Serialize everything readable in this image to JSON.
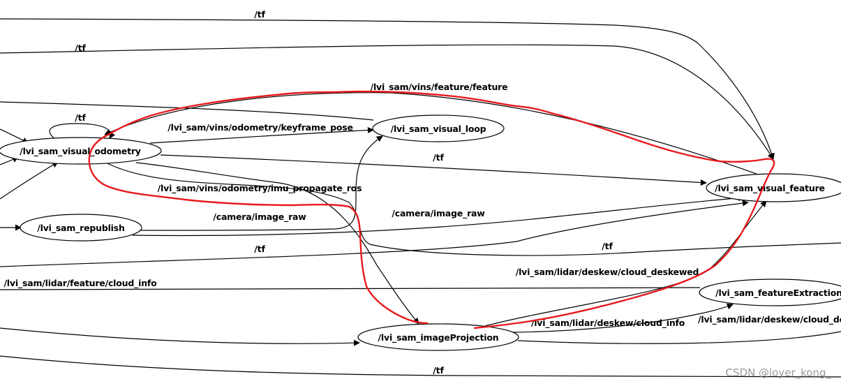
{
  "graph": {
    "nodes": {
      "visual_odometry": "/lvi_sam_visual_odometry",
      "visual_loop": "/lvi_sam_visual_loop",
      "republish": "/lvi_sam_republish",
      "visual_feature": "/lvi_sam_visual_feature",
      "feature_extraction": "/lvi_sam_featureExtraction",
      "image_projection": "/lvi_sam_imageProjection"
    },
    "edges": {
      "tf_top": "/tf",
      "tf_second": "/tf",
      "feature_feature": "/lvi_sam/vins/feature/feature",
      "tf_self_loop": "/tf",
      "keyframe_pose": "/lvi_sam/vins/odometry/keyframe_pose",
      "tf_to_visual_feature": "/tf",
      "imu_propagate": "/lvi_sam/vins/odometry/imu_propagate_ros",
      "camera_raw_left": "/camera/image_raw",
      "camera_raw_right": "/camera/image_raw",
      "tf_left_mid": "/tf",
      "tf_right_mid": "/tf",
      "cloud_deskewed_top": "/lvi_sam/lidar/deskew/cloud_deskewed",
      "cloud_info_left": "/lvi_sam/lidar/feature/cloud_info",
      "cloud_info_deskew": "/lvi_sam/lidar/deskew/cloud_info",
      "cloud_deskewed_right": "/lvi_sam/lidar/deskew/cloud_deske",
      "tf_bottom": "/tf"
    }
  },
  "annotation": {
    "color": "#e8191c"
  },
  "watermark": "CSDN @loyer_kong_"
}
